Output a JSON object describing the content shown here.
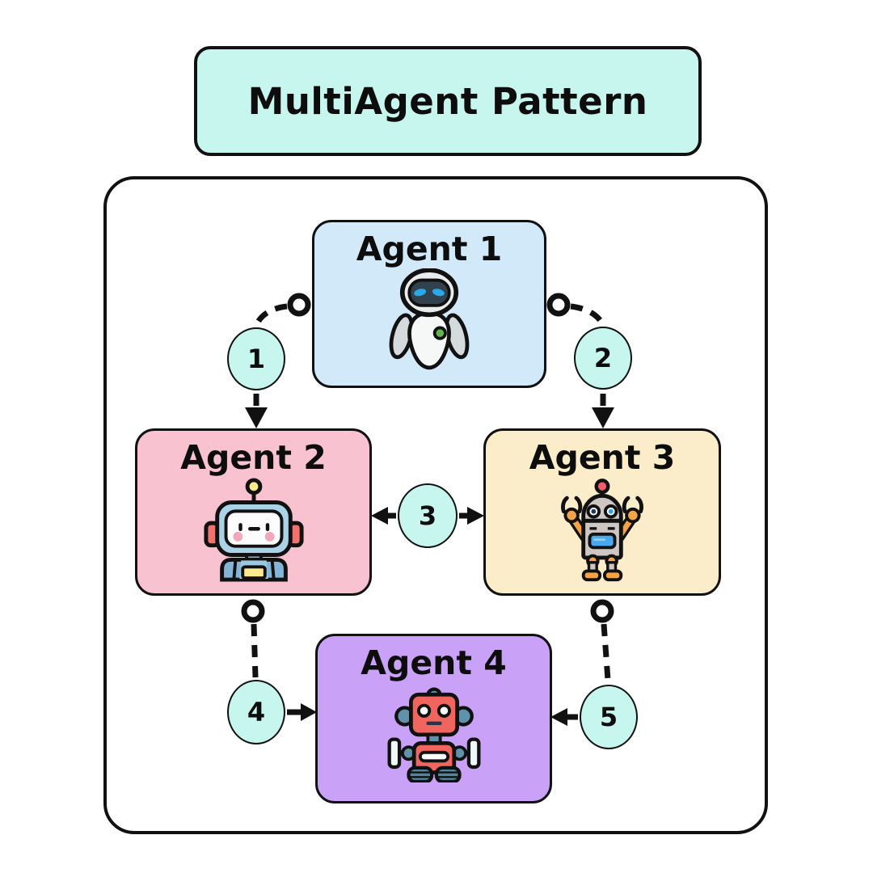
{
  "title": "MultiAgent Pattern",
  "colors": {
    "title_box_bg": "#c7f6ef",
    "step_circle_bg": "#c7f6ef",
    "outline": "#111111",
    "canvas_bg": "#ffffff",
    "agent1_bg": "#d2e9fa",
    "agent2_bg": "#f9c2d1",
    "agent3_bg": "#fcedca",
    "agent4_bg": "#c9a1f7"
  },
  "agents": [
    {
      "label": "Agent 1",
      "color": "#d2e9fa",
      "icon": "eve-robot-icon"
    },
    {
      "label": "Agent 2",
      "color": "#f9c2d1",
      "icon": "blue-robot-icon"
    },
    {
      "label": "Agent 3",
      "color": "#fcedca",
      "icon": "claw-robot-icon"
    },
    {
      "label": "Agent 4",
      "color": "#c9a1f7",
      "icon": "red-robot-icon"
    }
  ],
  "steps": [
    {
      "number": "1",
      "from": "Agent 1",
      "to": "Agent 2",
      "style": "dashed"
    },
    {
      "number": "2",
      "from": "Agent 1",
      "to": "Agent 3",
      "style": "dashed"
    },
    {
      "number": "3",
      "from": "Agent 2",
      "to": "Agent 3",
      "style": "bidirectional"
    },
    {
      "number": "4",
      "from": "Agent 2",
      "to": "Agent 4",
      "style": "dashed"
    },
    {
      "number": "5",
      "from": "Agent 3",
      "to": "Agent 4",
      "style": "dashed"
    }
  ]
}
